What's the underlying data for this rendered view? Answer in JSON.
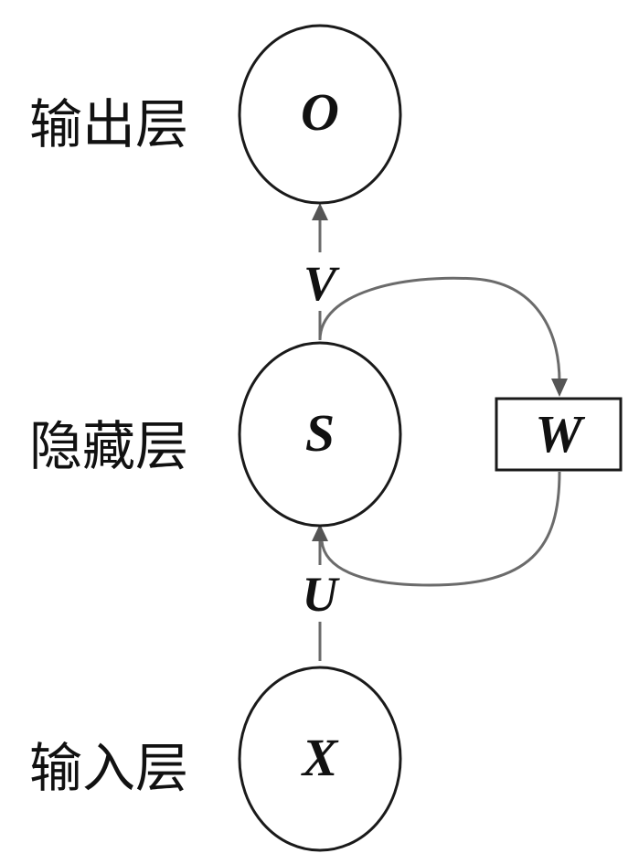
{
  "layers": {
    "output_label": "输出层",
    "hidden_label": "隐藏层",
    "input_label": "输入层"
  },
  "nodes": {
    "output": "O",
    "hidden": "S",
    "input": "X"
  },
  "weights": {
    "input_to_hidden": "U",
    "hidden_to_output": "V",
    "recurrent": "W"
  }
}
